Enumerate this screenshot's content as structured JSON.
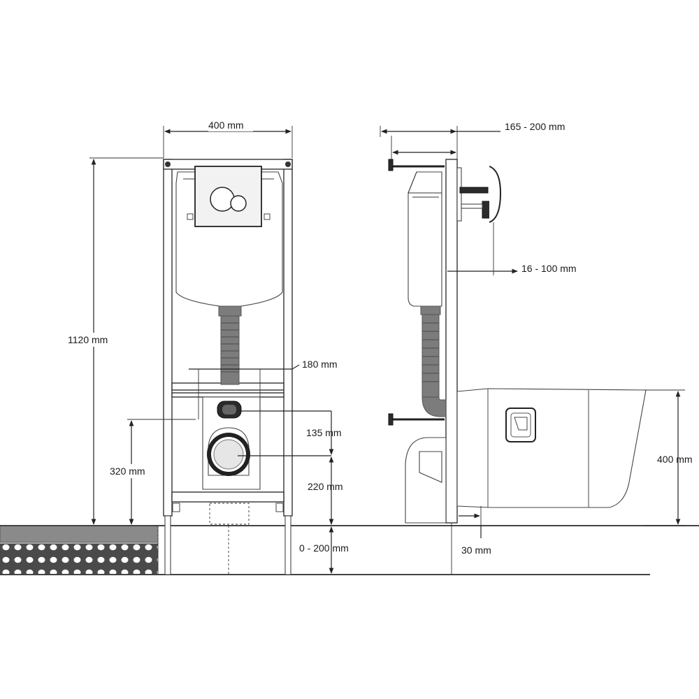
{
  "dimensions": {
    "frame_width": "400 mm",
    "frame_height": "1120 mm",
    "outlet_spacing": "180 mm",
    "outlet_height": "320 mm",
    "outlet_drop": "135 mm",
    "drain_height": "220 mm",
    "floor_range": "0 - 200 mm",
    "wall_depth": "165 - 200 mm",
    "wall_offset": "16 - 100 mm",
    "bowl_height": "400 mm",
    "floor_gap": "30 mm"
  }
}
